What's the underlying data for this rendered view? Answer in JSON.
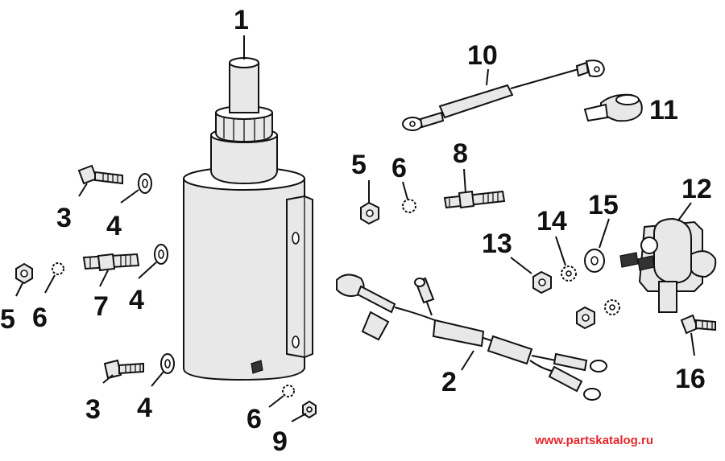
{
  "callouts": [
    "1",
    "2",
    "3",
    "3",
    "4",
    "4",
    "4",
    "5",
    "5",
    "6",
    "6",
    "6",
    "7",
    "8",
    "9",
    "10",
    "11",
    "12",
    "13",
    "14",
    "15",
    "16"
  ],
  "watermark": "www.partskatalog.ru"
}
